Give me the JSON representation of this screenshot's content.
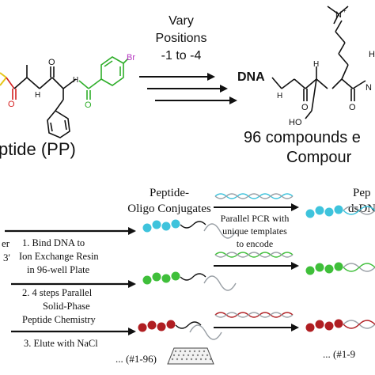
{
  "top": {
    "arrow_label": [
      "Vary",
      "Positions",
      "-1 to -4"
    ],
    "pp_caption": "ptide (PP)",
    "dna_tag": "DNA",
    "compounds_line1": "96 compounds e",
    "compounds_line2": "Compour",
    "atoms": {
      "n_plus": "N",
      "plus": "+",
      "br": "Br",
      "h": "H",
      "n": "N",
      "o": "O",
      "ho": "HO"
    }
  },
  "bottom": {
    "conj_title": [
      "Peptide-",
      "Oligo Conjugates"
    ],
    "right_title": [
      "Pep",
      "dsDN"
    ],
    "left_cut": [
      "er",
      "3'"
    ],
    "steps": [
      [
        "1. Bind DNA to",
        "Ion Exchange Resin",
        "in 96-well Plate"
      ],
      [
        "2. 4 steps Parallel",
        "Solid-Phase",
        "Peptide Chemistry"
      ],
      [
        "3. Elute with NaCl"
      ]
    ],
    "pcr_text": [
      "Parallel PCR with",
      "unique templates",
      "to encode"
    ],
    "range_left": "... (#1-96)",
    "range_right": "... (#1-9"
  },
  "colors": {
    "cyan": "#3ec3dc",
    "green": "#3fbf3a",
    "red": "#b01e22",
    "purple": "#b534c0",
    "gray": "#9aa0a6",
    "dark": "#111111"
  }
}
